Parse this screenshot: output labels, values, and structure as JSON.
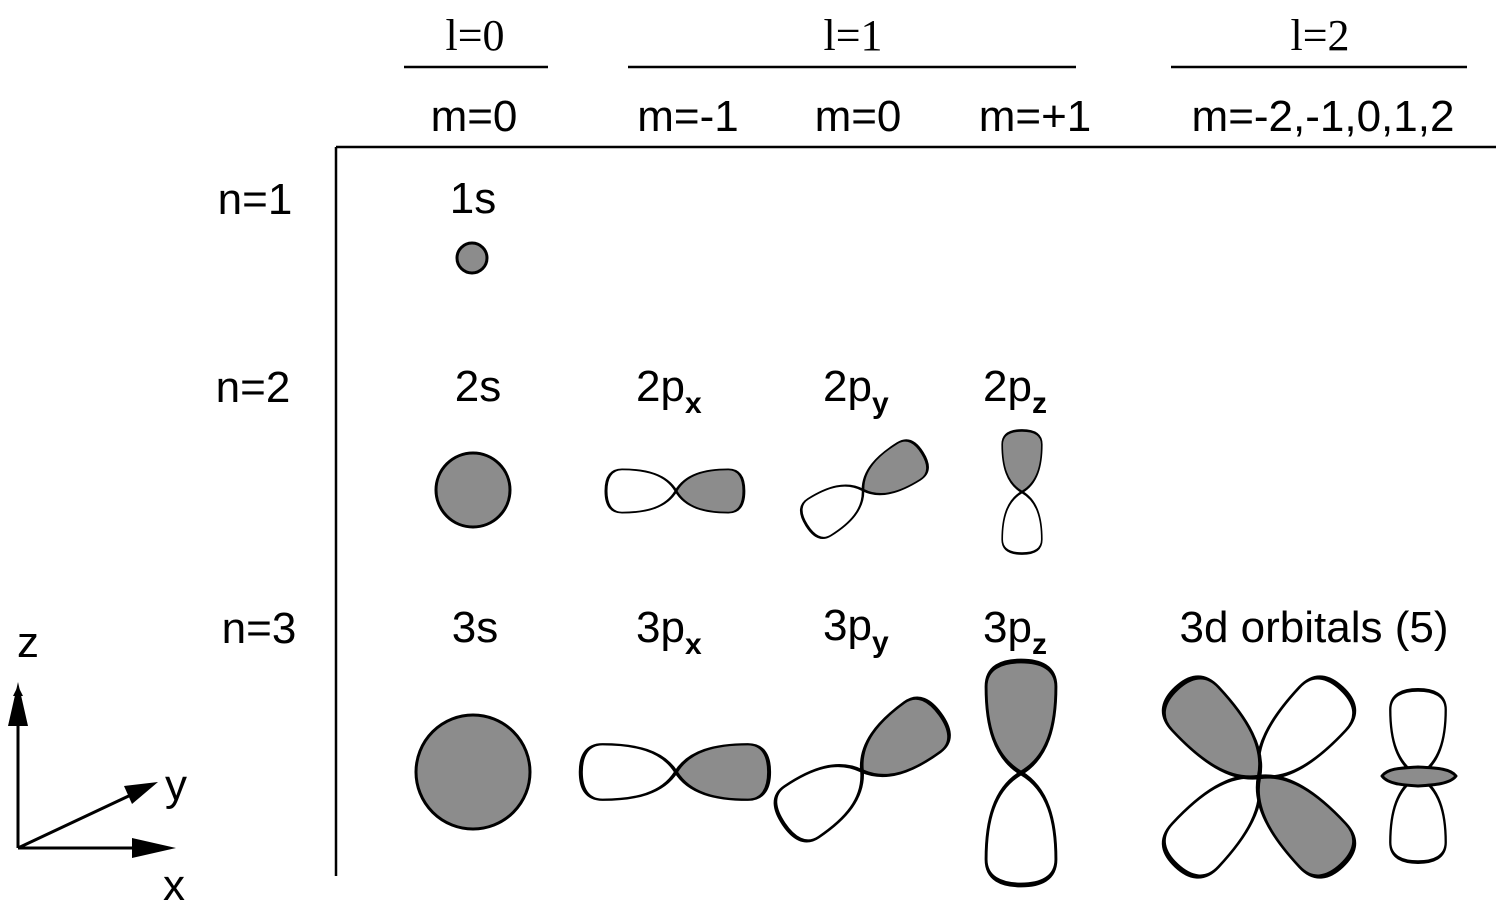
{
  "column_headers": {
    "l0": {
      "l": "l=0",
      "m": "m=0"
    },
    "l1": {
      "l": "l=1",
      "m_neg1": "m=-1",
      "m_0": "m=0",
      "m_pos1": "m=+1"
    },
    "l2": {
      "l": "l=2",
      "m": "m=-2,-1,0,1,2"
    }
  },
  "rows": {
    "n1": {
      "label": "n=1",
      "s": "1s"
    },
    "n2": {
      "label": "n=2",
      "s": "2s",
      "px_base": "2p",
      "px_sub": "x",
      "py_base": "2p",
      "py_sub": "y",
      "pz_base": "2p",
      "pz_sub": "z"
    },
    "n3": {
      "label": "n=3",
      "s": "3s",
      "px_base": "3p",
      "px_sub": "x",
      "py_base": "3p",
      "py_sub": "y",
      "pz_base": "3p",
      "pz_sub": "z",
      "d": "3d orbitals (5)"
    }
  },
  "axes": {
    "z": "z",
    "y": "y",
    "x": "x"
  },
  "colors": {
    "shaded_lobe": "#8c8c8c",
    "open_lobe": "#ffffff",
    "outline": "#000000"
  }
}
